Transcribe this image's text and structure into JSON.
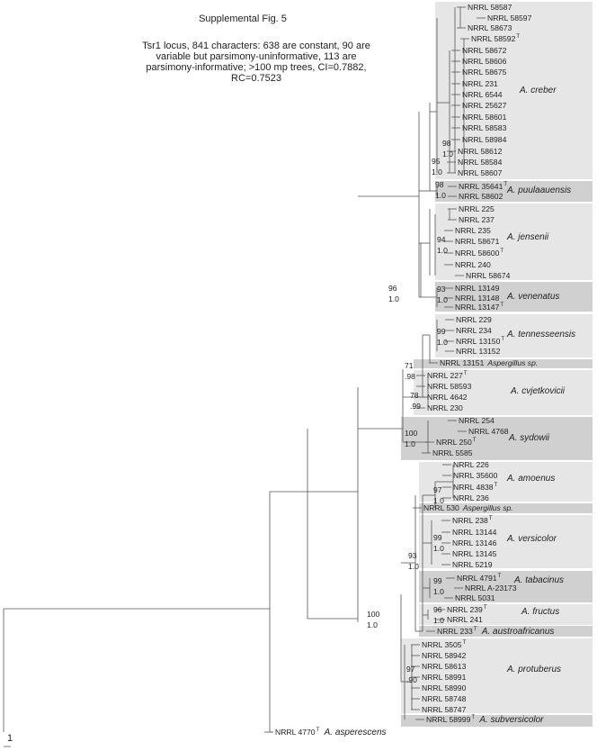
{
  "title": "Supplemental Fig. 5",
  "caption": "Tsr1 locus, 841 characters: 638  are constant, 90 are variable but parsimony-uninformative, 113 are parsimony-informative; >100 mp trees, CI=0.7882, RC=0.7523",
  "scale_label": "1",
  "colors": {
    "box": "#e6e6e6",
    "box_dark": "#d0d0d0",
    "branch": "#555555",
    "text": "#222222"
  },
  "taxa": [
    {
      "label": "NRRL 58587",
      "type": false
    },
    {
      "label": "NRRL 58597",
      "type": false
    },
    {
      "label": "NRRL 58673",
      "type": false
    },
    {
      "label": "NRRL 58592",
      "type": true
    },
    {
      "label": "NRRL 58672",
      "type": false
    },
    {
      "label": "NRRL 58606",
      "type": false
    },
    {
      "label": "NRRL 58675",
      "type": false
    },
    {
      "label": "NRRL 231",
      "type": false
    },
    {
      "label": "NRRL 6544",
      "type": false
    },
    {
      "label": "NRRL 25627",
      "type": false
    },
    {
      "label": "NRRL 58601",
      "type": false
    },
    {
      "label": "NRRL 58583",
      "type": false
    },
    {
      "label": "NRRL 58984",
      "type": false
    },
    {
      "label": "NRRL 58612",
      "type": false
    },
    {
      "label": "NRRL 58584",
      "type": false
    },
    {
      "label": "NRRL 58607",
      "type": false
    },
    {
      "label": "NRRL 35641",
      "type": true
    },
    {
      "label": "NRRL 58602",
      "type": false
    },
    {
      "label": "NRRL 225",
      "type": false
    },
    {
      "label": "NRRL 237",
      "type": false
    },
    {
      "label": "NRRL 235",
      "type": false
    },
    {
      "label": "NRRL 58671",
      "type": false
    },
    {
      "label": "NRRL 58600",
      "type": true
    },
    {
      "label": "NRRL 240",
      "type": false
    },
    {
      "label": "NRRL 58674",
      "type": false
    },
    {
      "label": "NRRL 13149",
      "type": false
    },
    {
      "label": "NRRL 13148",
      "type": false
    },
    {
      "label": "NRRL 13147",
      "type": true
    },
    {
      "label": "NRRL 229",
      "type": false
    },
    {
      "label": "NRRL 234",
      "type": false
    },
    {
      "label": "NRRL 13150",
      "type": true
    },
    {
      "label": "NRRL 13152",
      "type": false
    },
    {
      "label": "NRRL 13151",
      "type": false,
      "note": "Aspergillus sp."
    },
    {
      "label": "NRRL 227",
      "type": true
    },
    {
      "label": "NRRL 58593",
      "type": false
    },
    {
      "label": "NRRL 4642",
      "type": false
    },
    {
      "label": "NRRL 230",
      "type": false
    },
    {
      "label": "NRRL 254",
      "type": false
    },
    {
      "label": "NRRL 4768",
      "type": false
    },
    {
      "label": "NRRL 250",
      "type": true
    },
    {
      "label": "NRRL 5585",
      "type": false
    },
    {
      "label": "NRRL 226",
      "type": false
    },
    {
      "label": "NRRL 35600",
      "type": false
    },
    {
      "label": "NRRL 4838",
      "type": true
    },
    {
      "label": "NRRL 236",
      "type": false
    },
    {
      "label": "NRRL 530",
      "type": false,
      "note": "Aspergillus sp."
    },
    {
      "label": "NRRL 238",
      "type": true
    },
    {
      "label": "NRRL 13144",
      "type": false
    },
    {
      "label": "NRRL 13146",
      "type": false
    },
    {
      "label": "NRRL 13145",
      "type": false
    },
    {
      "label": "NRRL 5219",
      "type": false
    },
    {
      "label": "NRRL 4791",
      "type": true
    },
    {
      "label": "NRRL A-23173",
      "type": false
    },
    {
      "label": "NRRL 5031",
      "type": false
    },
    {
      "label": "NRRL 239",
      "type": true
    },
    {
      "label": "NRRL 241",
      "type": false
    },
    {
      "label": "NRRL 233",
      "type": true,
      "species": "A. austroafricanus"
    },
    {
      "label": "NRRL 3505",
      "type": true
    },
    {
      "label": "NRRL 58942",
      "type": false
    },
    {
      "label": "NRRL 58613",
      "type": false
    },
    {
      "label": "NRRL 58991",
      "type": false
    },
    {
      "label": "NRRL 58990",
      "type": false
    },
    {
      "label": "NRRL 58748",
      "type": false
    },
    {
      "label": "NRRL 58747",
      "type": false
    },
    {
      "label": "NRRL 58999",
      "type": true,
      "species": "A. subversicolor"
    },
    {
      "label": "NRRL 4770",
      "type": true,
      "species": "A. asperescens"
    }
  ],
  "clades": [
    {
      "species": "A. creber"
    },
    {
      "species": "A. puulaauensis"
    },
    {
      "species": "A. jensenii"
    },
    {
      "species": "A. venenatus"
    },
    {
      "species": "A. tennesseensis"
    },
    {
      "species": "A. cvjetkovicii"
    },
    {
      "species": "A. sydowii"
    },
    {
      "species": "A. amoenus"
    },
    {
      "species": "A. versicolor"
    },
    {
      "species": "A. tabacinus"
    },
    {
      "species": "A. fructus"
    },
    {
      "species": "A. protuberus"
    }
  ],
  "support": [
    {
      "bs": "98",
      "pp": "1.0"
    },
    {
      "bs": "95",
      "pp": "1.0"
    },
    {
      "bs": "98",
      "pp": "1.0"
    },
    {
      "bs": "94",
      "pp": "1.0"
    },
    {
      "bs": "93",
      "pp": "1.0"
    },
    {
      "bs": "96",
      "pp": "1.0"
    },
    {
      "bs": "99",
      "pp": "1.0"
    },
    {
      "bs": "71",
      "pp": ".98"
    },
    {
      "bs": "78",
      "pp": ".99"
    },
    {
      "bs": "100",
      "pp": "1.0"
    },
    {
      "bs": "97",
      "pp": "1.0"
    },
    {
      "bs": "99",
      "pp": "1.0"
    },
    {
      "bs": "99",
      "pp": "1.0"
    },
    {
      "bs": "96",
      "pp": "1.0"
    },
    {
      "bs": "93",
      "pp": "1.0"
    },
    {
      "bs": "97",
      "pp": ".90"
    },
    {
      "bs": "100",
      "pp": "1.0"
    }
  ]
}
